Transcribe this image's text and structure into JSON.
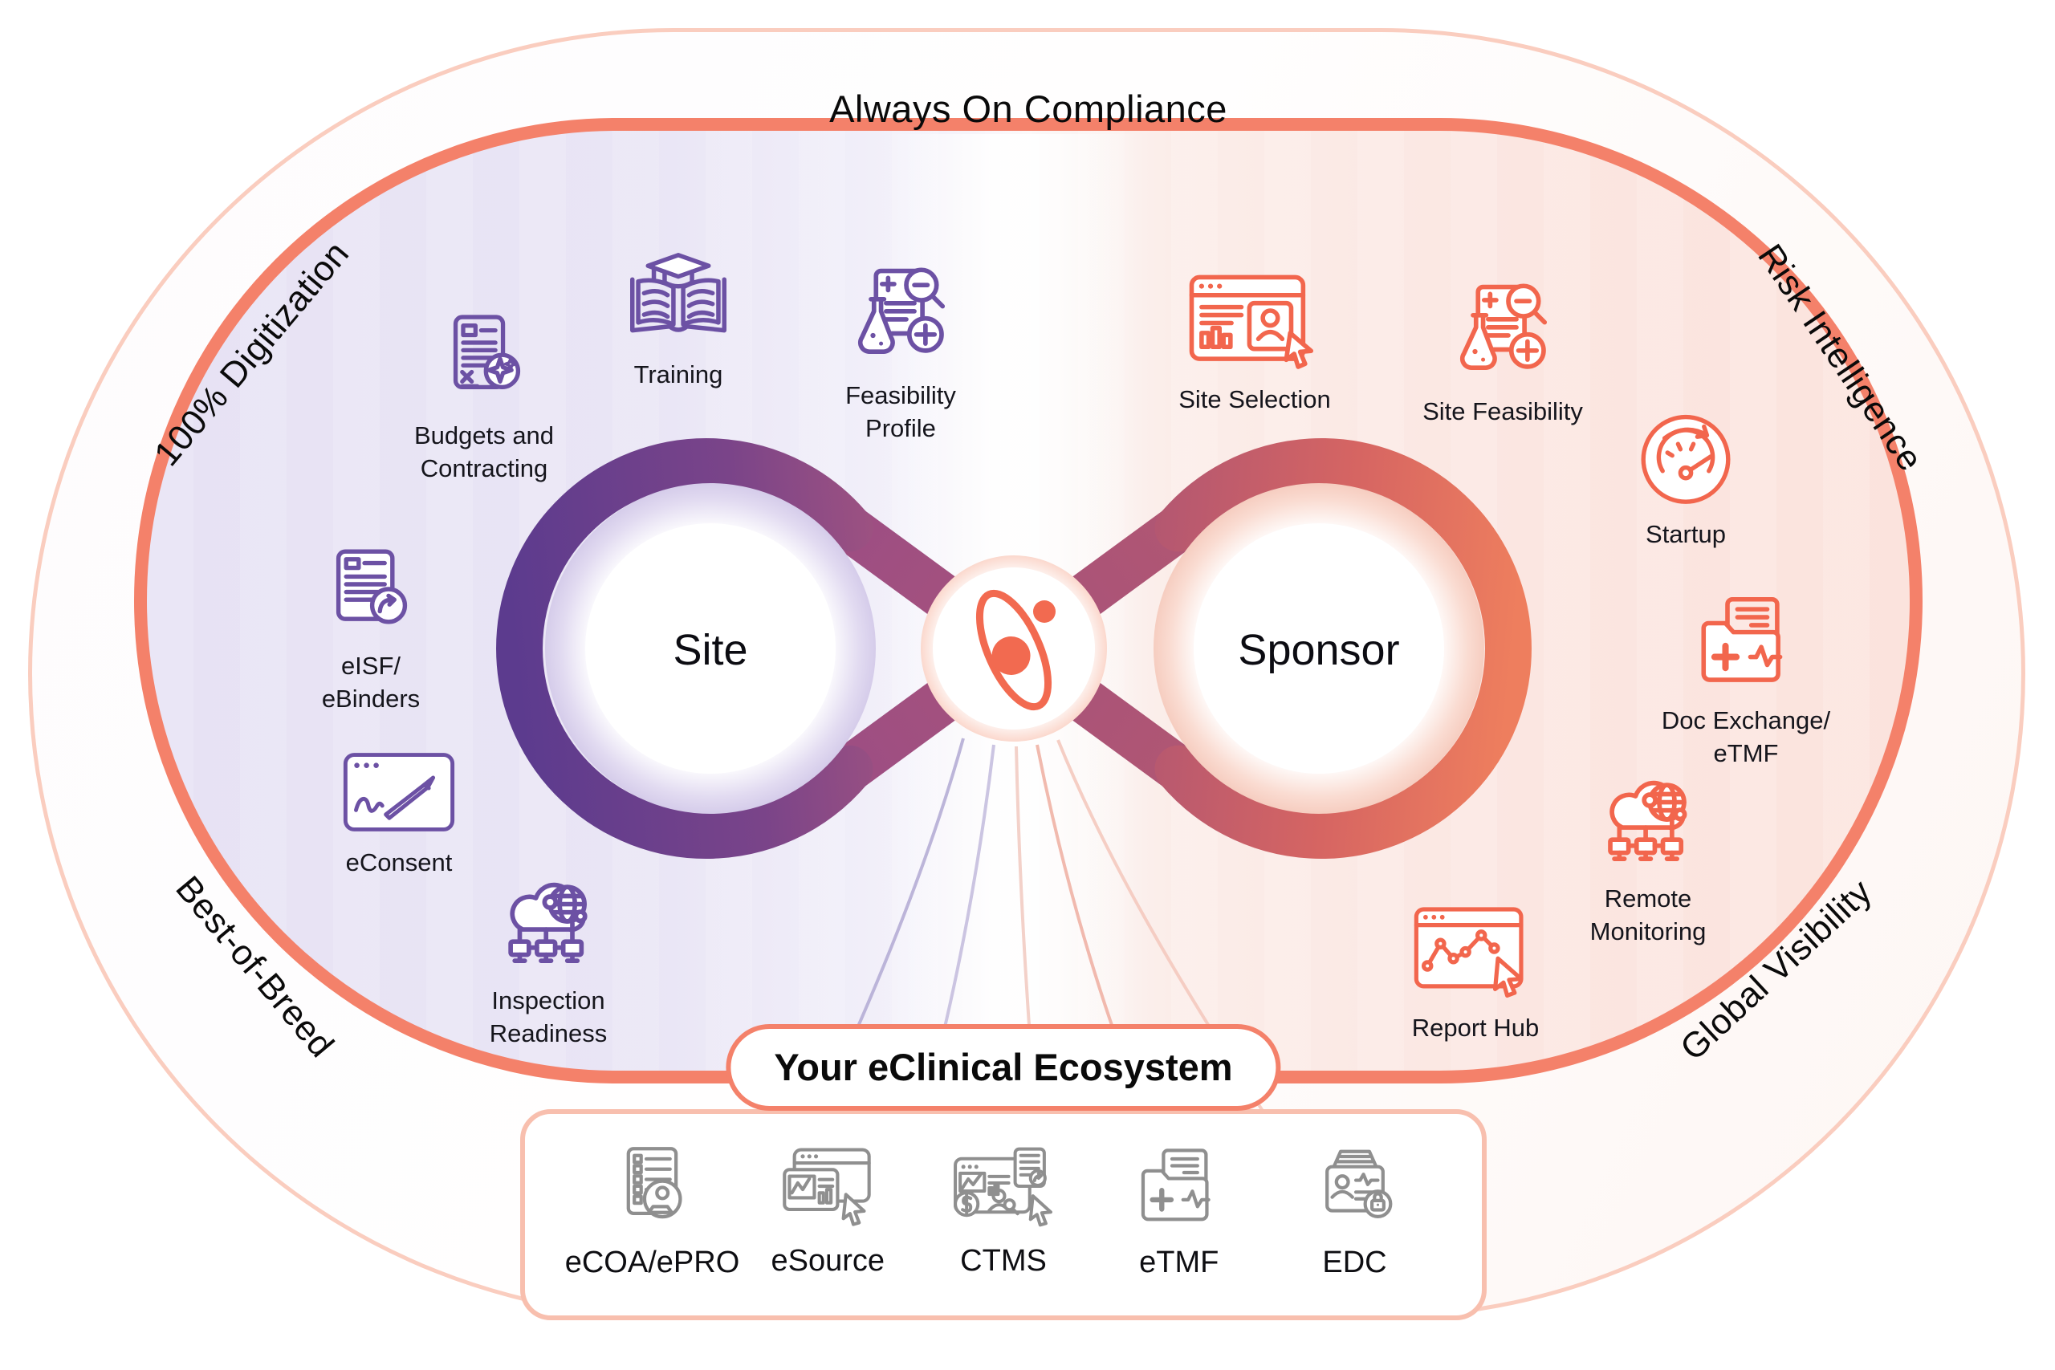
{
  "top_title": "Always On Compliance",
  "corner_labels": {
    "top_left": "100% Digitization",
    "top_right": "Risk Intelligence",
    "bottom_left": "Best-of-Breed",
    "bottom_right": "Global Visibility"
  },
  "loops": {
    "left_label": "Site",
    "right_label": "Sponsor"
  },
  "site_items": [
    {
      "icon": "document-sparkle-icon",
      "label": "Budgets and\nContracting"
    },
    {
      "icon": "training-book-icon",
      "label": "Training"
    },
    {
      "icon": "flask-magnifier-icon",
      "label": "Feasibility\nProfile"
    },
    {
      "icon": "document-refresh-icon",
      "label": "eISF/\neBinders"
    },
    {
      "icon": "signature-window-icon",
      "label": "eConsent"
    },
    {
      "icon": "cloud-network-icon",
      "label": "Inspection\nReadiness"
    }
  ],
  "sponsor_items": [
    {
      "icon": "browser-person-cursor-icon",
      "label": "Site Selection"
    },
    {
      "icon": "flask-magnifier-icon",
      "label": "Site Feasibility"
    },
    {
      "icon": "gauge-icon",
      "label": "Startup"
    },
    {
      "icon": "medical-folder-icon",
      "label": "Doc Exchange/\neTMF"
    },
    {
      "icon": "cloud-network-icon",
      "label": "Remote\nMonitoring"
    },
    {
      "icon": "chart-cursor-window-icon",
      "label": "Report Hub"
    }
  ],
  "ecosystem": {
    "title": "Your eClinical Ecosystem",
    "items": [
      {
        "icon": "checklist-person-icon",
        "label": "eCOA/ePRO"
      },
      {
        "icon": "browser-chart-cursor-icon",
        "label": "eSource"
      },
      {
        "icon": "dashboard-money-person-icon",
        "label": "CTMS"
      },
      {
        "icon": "medical-folder-icon",
        "label": "eTMF"
      },
      {
        "icon": "records-lock-icon",
        "label": "EDC"
      }
    ]
  },
  "colors": {
    "coral_accent": "#F4816A",
    "outer_border": "#FACDBF",
    "deep_purple": "#5C3B8E",
    "mauve": "#A15380",
    "rose": "#B15672",
    "coral_ring": "#EE7E5E",
    "purple_icon": "#6C51A4",
    "coral_icon": "#F2664D",
    "gray_icon": "#8F8F8F",
    "lavender_bg": "#E7E2F4",
    "pink_bg": "#FBE3DD"
  }
}
